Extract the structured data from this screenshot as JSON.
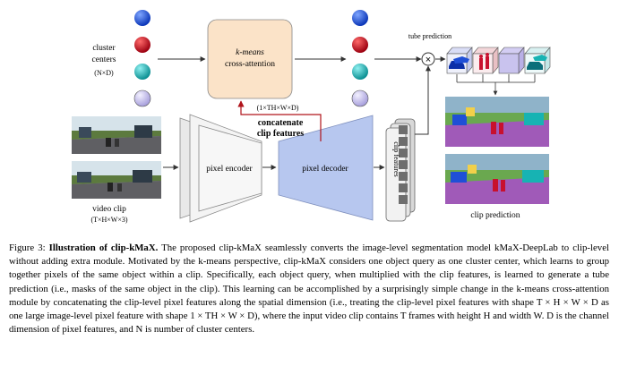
{
  "figure": {
    "cluster_centers_label_1": "cluster",
    "cluster_centers_label_2": "centers",
    "cluster_centers_shape": "(N×D)",
    "kmeans_label_1": "k-means",
    "kmeans_label_2": "cross-attention",
    "reshape_shape": "(1×TH×W×D)",
    "concat_label_1": "concatenate",
    "concat_label_2": "clip features",
    "pixel_encoder_label": "pixel encoder",
    "pixel_decoder_label": "pixel decoder",
    "clip_features_label": "clip features",
    "tube_prediction_label": "tube prediction",
    "video_clip_label": "video clip",
    "video_clip_shape": "(T×H×W×3)",
    "clip_prediction_label": "clip prediction",
    "multiply_symbol": "×",
    "colors": {
      "blue": "#1f4fd6",
      "red": "#c8102e",
      "teal": "#17b3b3",
      "lavender": "#c9c3ee",
      "kmeans_fill": "#fbe3c8",
      "decoder_fill": "#b7c7ef",
      "arrow_red": "#b0141b"
    }
  },
  "caption": {
    "label": "Figure 3:",
    "title": "Illustration of clip-kMaX.",
    "lines": [
      "The proposed clip-kMaX seamlessly converts the image-level segmentation model",
      "kMaX-DeepLab to clip-level without adding extra module. Motivated by the k-means perspective, clip-kMaX considers one",
      "object query as one cluster center, which learns to group together pixels of the same object within a clip. Specifically, each",
      "object query, when multiplied with the clip features, is learned to generate a tube prediction (i.e., masks of the same object",
      "in the clip). This learning can be accomplished by a surprisingly simple change in the k-means cross-attention module by",
      "concatenating the clip-level pixel features along the spatial dimension (i.e., treating the clip-level pixel features with shape",
      "T × H × W × D as one large image-level pixel feature with shape 1 × TH × W × D), where the input video clip contains",
      "T frames with height H and width W. D is the channel dimension of pixel features, and N is number of cluster centers."
    ]
  }
}
